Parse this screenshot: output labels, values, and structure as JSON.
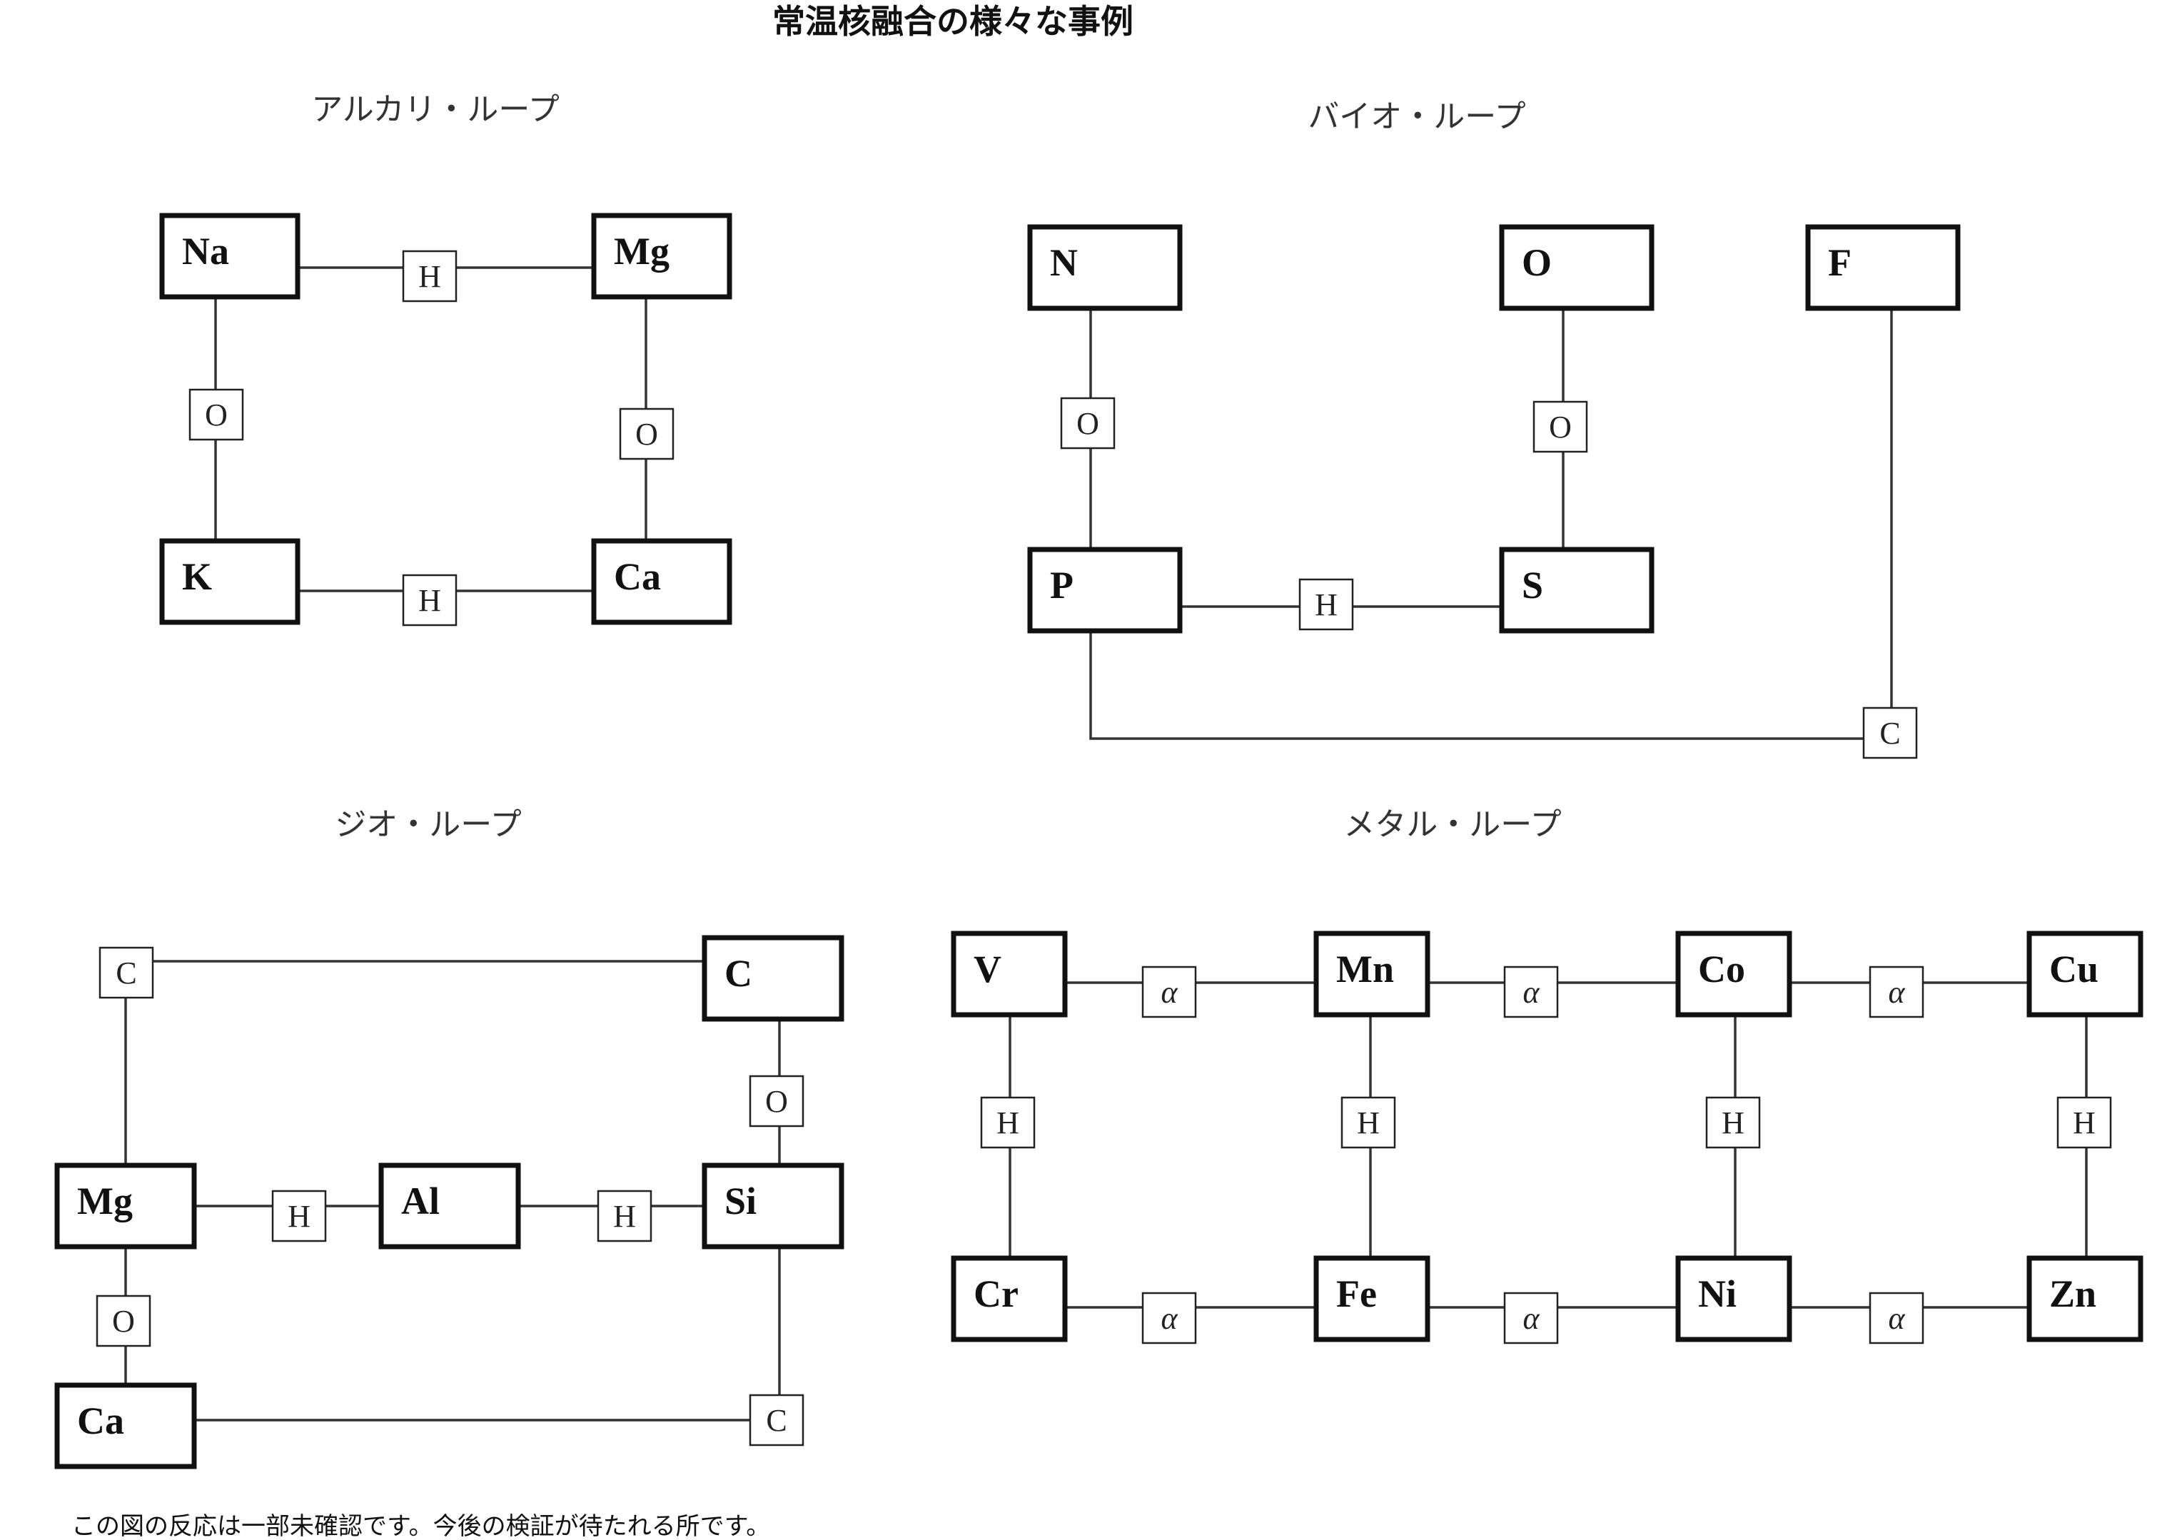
{
  "page": {
    "title": "常温核融合の様々な事例",
    "footer": "この図の反応は一部未確認です。今後の検証が待たれる所です。"
  },
  "loops": [
    {
      "id": "alkali",
      "title": "アルカリ・ループ",
      "nodes": [
        {
          "id": "na",
          "label": "Na"
        },
        {
          "id": "mg",
          "label": "Mg"
        },
        {
          "id": "k",
          "label": "K"
        },
        {
          "id": "ca",
          "label": "Ca"
        }
      ],
      "links": [
        {
          "from": "na",
          "to": "mg",
          "via": "H"
        },
        {
          "from": "na",
          "to": "k",
          "via": "O"
        },
        {
          "from": "mg",
          "to": "ca",
          "via": "O"
        },
        {
          "from": "k",
          "to": "ca",
          "via": "H"
        }
      ]
    },
    {
      "id": "bio",
      "title": "バイオ・ループ",
      "nodes": [
        {
          "id": "n",
          "label": "N"
        },
        {
          "id": "o",
          "label": "O"
        },
        {
          "id": "f",
          "label": "F"
        },
        {
          "id": "p",
          "label": "P"
        },
        {
          "id": "s",
          "label": "S"
        }
      ],
      "links": [
        {
          "from": "n",
          "to": "p",
          "via": "O"
        },
        {
          "from": "o",
          "to": "s",
          "via": "O"
        },
        {
          "from": "p",
          "to": "s",
          "via": "H"
        },
        {
          "from": "p",
          "to": "f",
          "via": "C"
        }
      ]
    },
    {
      "id": "geo",
      "title": "ジオ・ループ",
      "nodes": [
        {
          "id": "c",
          "label": "C"
        },
        {
          "id": "mg",
          "label": "Mg"
        },
        {
          "id": "al",
          "label": "Al"
        },
        {
          "id": "si",
          "label": "Si"
        },
        {
          "id": "ca",
          "label": "Ca"
        }
      ],
      "links": [
        {
          "from": "mg",
          "to": "c",
          "via": "C"
        },
        {
          "from": "c",
          "to": "si",
          "via": "O"
        },
        {
          "from": "mg",
          "to": "al",
          "via": "H"
        },
        {
          "from": "al",
          "to": "si",
          "via": "H"
        },
        {
          "from": "mg",
          "to": "ca",
          "via": "O"
        },
        {
          "from": "ca",
          "to": "si",
          "via": "C"
        }
      ]
    },
    {
      "id": "metal",
      "title": "メタル・ループ",
      "nodes": [
        {
          "id": "v",
          "label": "V"
        },
        {
          "id": "mn",
          "label": "Mn"
        },
        {
          "id": "co",
          "label": "Co"
        },
        {
          "id": "cu",
          "label": "Cu"
        },
        {
          "id": "cr",
          "label": "Cr"
        },
        {
          "id": "fe",
          "label": "Fe"
        },
        {
          "id": "ni",
          "label": "Ni"
        },
        {
          "id": "zn",
          "label": "Zn"
        }
      ],
      "links": [
        {
          "from": "v",
          "to": "mn",
          "via": "α"
        },
        {
          "from": "mn",
          "to": "co",
          "via": "α"
        },
        {
          "from": "co",
          "to": "cu",
          "via": "α"
        },
        {
          "from": "cr",
          "to": "fe",
          "via": "α"
        },
        {
          "from": "fe",
          "to": "ni",
          "via": "α"
        },
        {
          "from": "ni",
          "to": "zn",
          "via": "α"
        },
        {
          "from": "v",
          "to": "cr",
          "via": "H"
        },
        {
          "from": "mn",
          "to": "fe",
          "via": "H"
        },
        {
          "from": "co",
          "to": "ni",
          "via": "H"
        },
        {
          "from": "cu",
          "to": "zn",
          "via": "H"
        }
      ]
    }
  ]
}
